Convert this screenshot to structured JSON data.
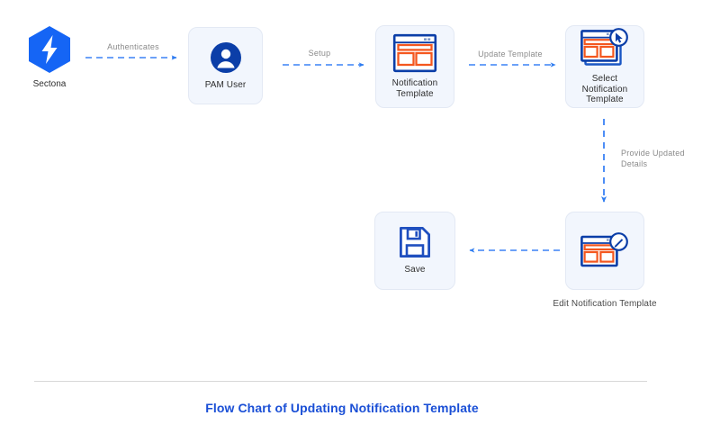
{
  "diagram": {
    "title": "Flow Chart of Updating Notification Template",
    "nodes": [
      {
        "id": "sectona",
        "label": "Sectona",
        "icon": "sectona-hexagon-bolt-icon",
        "card": false
      },
      {
        "id": "pam-user",
        "label": "PAM User",
        "icon": "user-avatar-icon",
        "card": true
      },
      {
        "id": "notification-template",
        "label": "Notification\nTemplate",
        "icon": "template-window-icon",
        "card": true
      },
      {
        "id": "select-notification-template",
        "label": "Select\nNotification\nTemplate",
        "icon": "select-template-cursor-icon",
        "card": true
      },
      {
        "id": "edit-notification-template",
        "label": "Edit Notification Template",
        "icon": "edit-template-pencil-icon",
        "card": true
      },
      {
        "id": "save",
        "label": "Save",
        "icon": "floppy-disk-save-icon",
        "card": true
      }
    ],
    "edges": [
      {
        "id": "authenticates",
        "label": "Authenticates",
        "from": "sectona",
        "to": "pam-user",
        "direction": "right"
      },
      {
        "id": "setup",
        "label": "Setup",
        "from": "pam-user",
        "to": "notification-template",
        "direction": "right"
      },
      {
        "id": "update-template",
        "label": "Update Template",
        "from": "notification-template",
        "to": "select-notification-template",
        "direction": "right"
      },
      {
        "id": "provide-updated-details",
        "label": "Provide Updated\nDetails",
        "from": "select-notification-template",
        "to": "edit-notification-template",
        "direction": "down"
      },
      {
        "id": "edit-to-save",
        "label": "",
        "from": "edit-notification-template",
        "to": "save",
        "direction": "left"
      }
    ],
    "colors": {
      "accent_blue": "#1a4fd6",
      "brand_blue": "#1565f5",
      "deep_blue": "#0b3ea8",
      "orange": "#f4571f",
      "card_bg": "#f2f6fd",
      "card_border": "#e3e9f4",
      "connector": "#3b82f6",
      "edge_label": "#8a8a8a",
      "divider": "#d8d8d8",
      "page_bg": "#ffffff"
    }
  }
}
